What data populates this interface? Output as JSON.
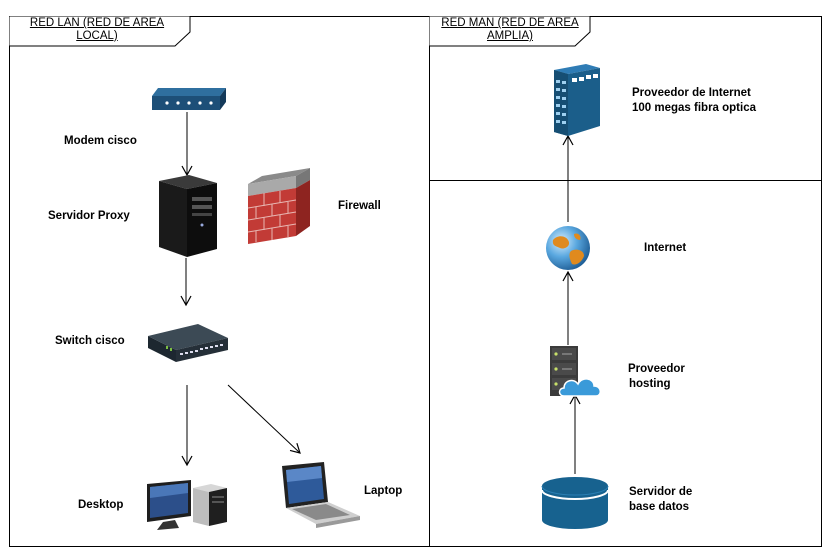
{
  "lan": {
    "title": "RED LAN (RED DE AREA LOCAL)",
    "title_line1": "RED LAN (RED DE AREA",
    "title_line2": "LOCAL)",
    "nodes": {
      "modem": "Modem cisco",
      "proxy": "Servidor Proxy",
      "firewall": "Firewall",
      "switch": "Switch cisco",
      "desktop": "Desktop",
      "laptop": "Laptop"
    }
  },
  "man": {
    "title": "RED MAN (RED DE AREA AMPLIA)",
    "title_line1": "RED MAN (RED DE AREA",
    "title_line2": "AMPLIA)",
    "nodes": {
      "isp_line1": "Proveedor  de Internet",
      "isp_line2": "100 megas fibra optica",
      "internet": "Internet",
      "hosting_line1": "Proveedor",
      "hosting_line2": "hosting",
      "db_line1": "Servidor de",
      "db_line2": "base datos"
    }
  },
  "colors": {
    "building": "#1b5e8a",
    "cloud": "#3a9ad9",
    "database": "#17628f",
    "firewall_brick": "#c23b36"
  }
}
